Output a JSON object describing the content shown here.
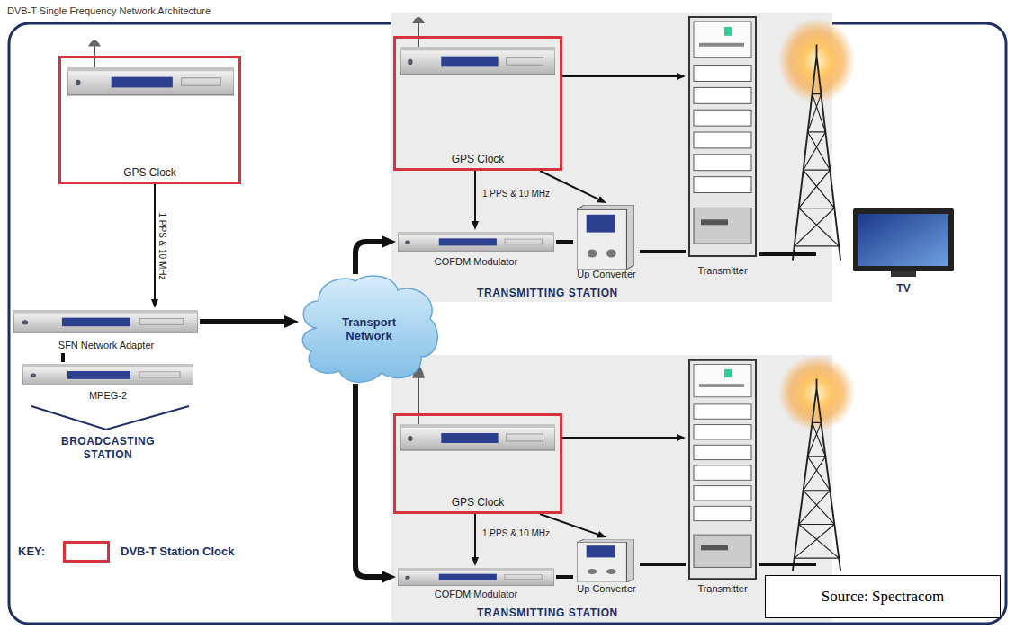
{
  "diagram": {
    "title": "DVB-T Single Frequency Network Architecture",
    "nodes": [
      {
        "text": [
          "GPS Clock"
        ]
      },
      {
        "text": [
          "SFN Network Adapter"
        ]
      },
      {
        "text": [
          "MPEG-2"
        ]
      },
      {
        "text": [
          "Transport Network"
        ]
      },
      {
        "text": [
          "TRANSMITTING STATION"
        ]
      },
      {
        "text": [
          "GPS Clock"
        ],
        "in": 4
      },
      {
        "text": [
          "COFDM Modulator"
        ],
        "in": 4
      },
      {
        "text": [
          "Up Converter"
        ],
        "in": 4
      },
      {
        "text": [
          "Transmitter"
        ],
        "in": 4
      },
      {
        "text": [
          "TRANSMITTING STATION"
        ]
      },
      {
        "text": [
          "GPS Clock"
        ],
        "in": 9
      },
      {
        "text": [
          "COFDM Modulator"
        ],
        "in": 9
      },
      {
        "text": [
          "Up Converter"
        ],
        "in": 9
      },
      {
        "text": [
          "Transmitter"
        ],
        "in": 9
      },
      {
        "text": [
          "TV"
        ]
      },
      {
        "text": [
          "Source: Spectracom"
        ]
      }
    ],
    "edges": [
      {
        "from": 0,
        "to": 1,
        "label": "1 PPS & 10 MHz",
        "arrow": "to"
      },
      {
        "from": 2,
        "to": 1,
        "arrow": "none"
      },
      {
        "from": 1,
        "to": 3,
        "arrow": "to"
      },
      {
        "from": 3,
        "to": 6,
        "arrow": "to"
      },
      {
        "from": 3,
        "to": 11,
        "arrow": "to"
      },
      {
        "from": 5,
        "to": 6,
        "label": "1 PPS & 10 MHz",
        "arrow": "to"
      },
      {
        "from": 5,
        "to": 7,
        "arrow": "to"
      },
      {
        "from": 5,
        "to": 8,
        "arrow": "to"
      },
      {
        "from": 6,
        "to": 7,
        "arrow": "none"
      },
      {
        "from": 7,
        "to": 8,
        "arrow": "none"
      },
      {
        "from": 10,
        "to": 11,
        "label": "1 PPS & 10 MHz",
        "arrow": "to"
      },
      {
        "from": 10,
        "to": 12,
        "arrow": "to"
      },
      {
        "from": 10,
        "to": 13,
        "arrow": "to"
      },
      {
        "from": 11,
        "to": 12,
        "arrow": "none"
      },
      {
        "from": 12,
        "to": 13,
        "arrow": "none"
      }
    ],
    "labels": [
      "BROADCASTING STATION",
      "KEY:"
    ],
    "legend": [
      {
        "text": "DVB-T Station Clock"
      }
    ]
  }
}
